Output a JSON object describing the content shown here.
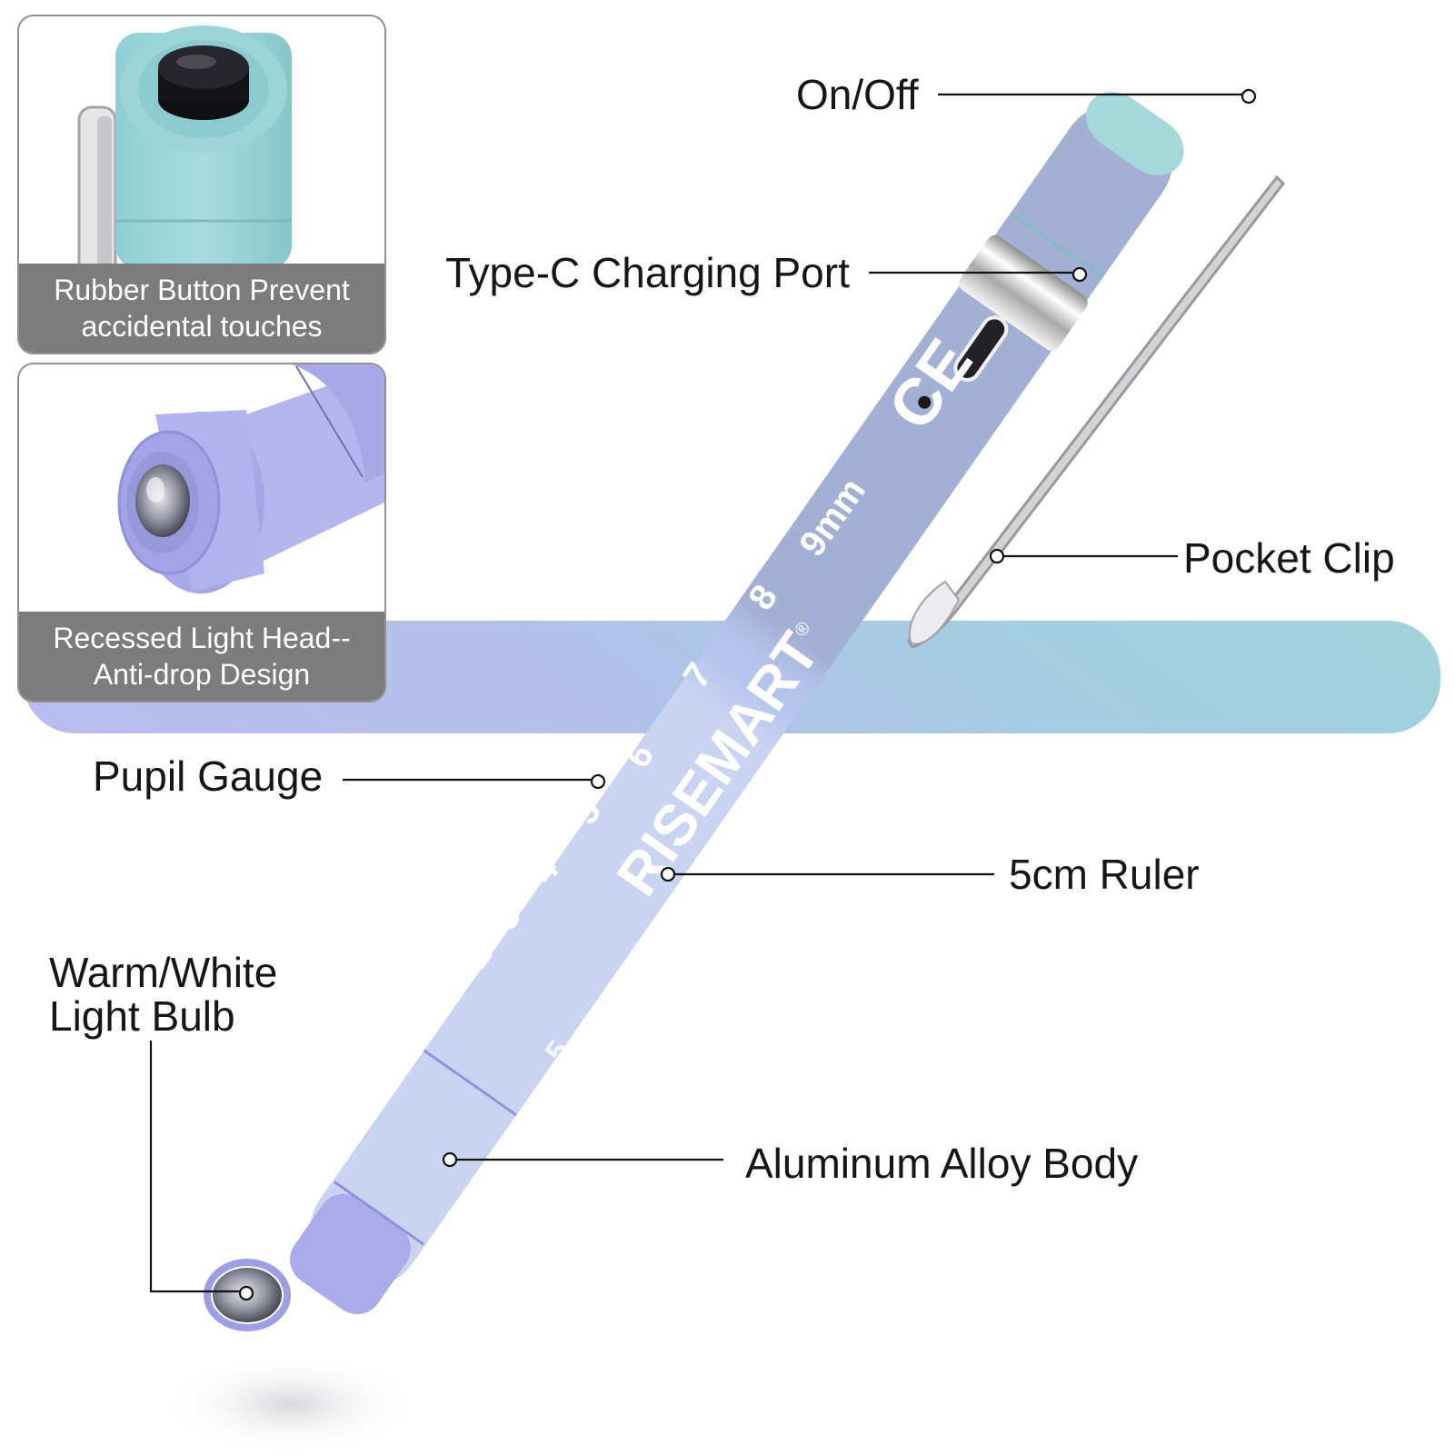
{
  "callouts": {
    "on_off": "On/Off",
    "type_c": "Type-C Charging Port",
    "pocket_clip": "Pocket Clip",
    "pupil_gauge": "Pupil Gauge",
    "ruler": "5cm Ruler",
    "bulb_line1": "Warm/White",
    "bulb_line2": "Light Bulb",
    "body": "Aluminum Alloy Body"
  },
  "insets": [
    {
      "line1": "Rubber Button Prevent",
      "line2": "accidental touches"
    },
    {
      "line1": "Recessed Light Head--",
      "line2": "Anti-drop Design"
    }
  ],
  "pen": {
    "brand": "RISEMART",
    "registered_mark": "®",
    "ce_mark": "CE",
    "gauge_numbers": [
      "2",
      "3",
      "4",
      "5",
      "6",
      "7",
      "8"
    ],
    "gauge_max": "9mm",
    "ruler_mark": "5"
  },
  "colors": {
    "teal": "#9fd3d8",
    "lavender": "#b9bdf0",
    "purple": "#a8a8ea",
    "caption_bg": "#7c7c7c"
  }
}
